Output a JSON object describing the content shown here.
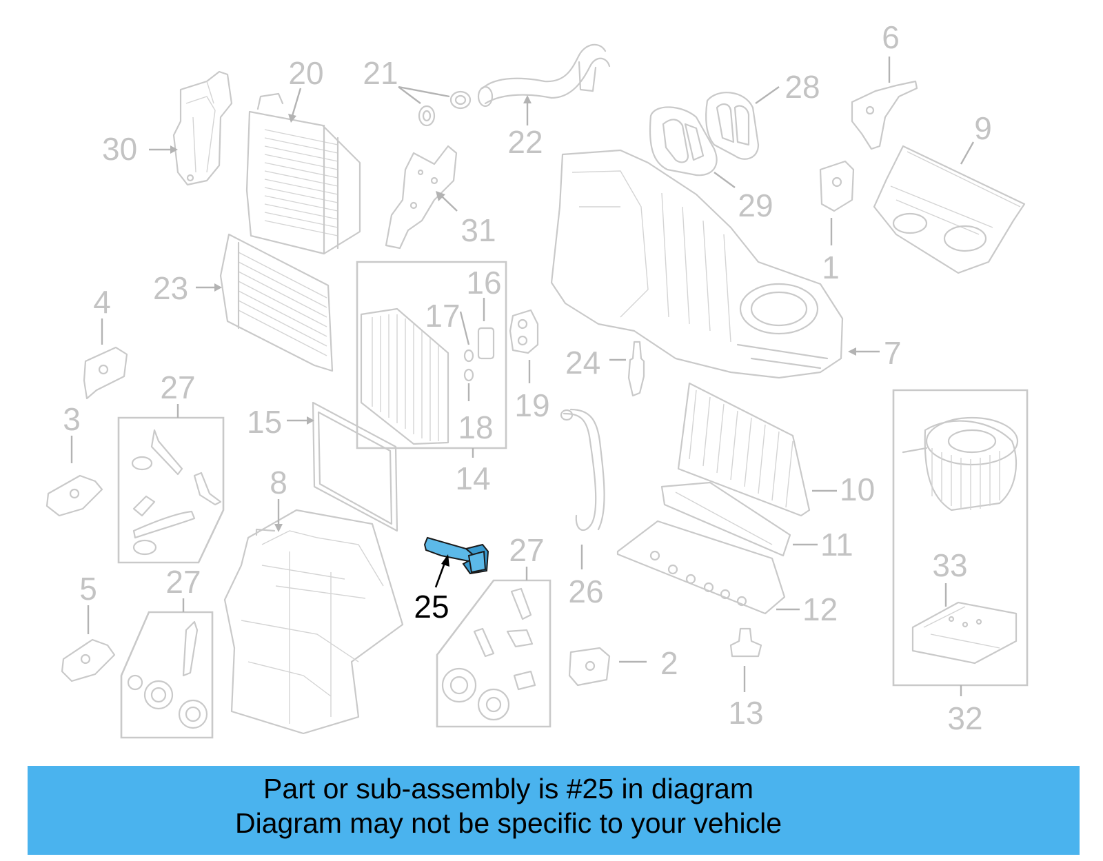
{
  "diagram": {
    "highlighted_part": "25",
    "callouts": [
      {
        "id": "1",
        "label": "1"
      },
      {
        "id": "2",
        "label": "2"
      },
      {
        "id": "3",
        "label": "3"
      },
      {
        "id": "4",
        "label": "4"
      },
      {
        "id": "5",
        "label": "5"
      },
      {
        "id": "6",
        "label": "6"
      },
      {
        "id": "7",
        "label": "7"
      },
      {
        "id": "8",
        "label": "8"
      },
      {
        "id": "9",
        "label": "9"
      },
      {
        "id": "10",
        "label": "10"
      },
      {
        "id": "11",
        "label": "11"
      },
      {
        "id": "12",
        "label": "12"
      },
      {
        "id": "13",
        "label": "13"
      },
      {
        "id": "14",
        "label": "14"
      },
      {
        "id": "15",
        "label": "15"
      },
      {
        "id": "16",
        "label": "16"
      },
      {
        "id": "17",
        "label": "17"
      },
      {
        "id": "18",
        "label": "18"
      },
      {
        "id": "19",
        "label": "19"
      },
      {
        "id": "20",
        "label": "20"
      },
      {
        "id": "21",
        "label": "21"
      },
      {
        "id": "22",
        "label": "22"
      },
      {
        "id": "23",
        "label": "23"
      },
      {
        "id": "24",
        "label": "24"
      },
      {
        "id": "25",
        "label": "25"
      },
      {
        "id": "26",
        "label": "26"
      },
      {
        "id": "27a",
        "label": "27"
      },
      {
        "id": "27b",
        "label": "27"
      },
      {
        "id": "27c",
        "label": "27"
      },
      {
        "id": "28",
        "label": "28"
      },
      {
        "id": "29",
        "label": "29"
      },
      {
        "id": "30",
        "label": "30"
      },
      {
        "id": "31",
        "label": "31"
      },
      {
        "id": "32",
        "label": "32"
      },
      {
        "id": "33",
        "label": "33"
      }
    ]
  },
  "banner": {
    "line1": "Part or sub-assembly is #25 in diagram",
    "line2": "Diagram may not be specific to your vehicle",
    "background": "#4ab3ee"
  },
  "colors": {
    "line_art": "#c9c9c9",
    "label": "#c3c3c3",
    "highlight_fill": "#5cb9e8",
    "highlight_label": "#000000"
  }
}
